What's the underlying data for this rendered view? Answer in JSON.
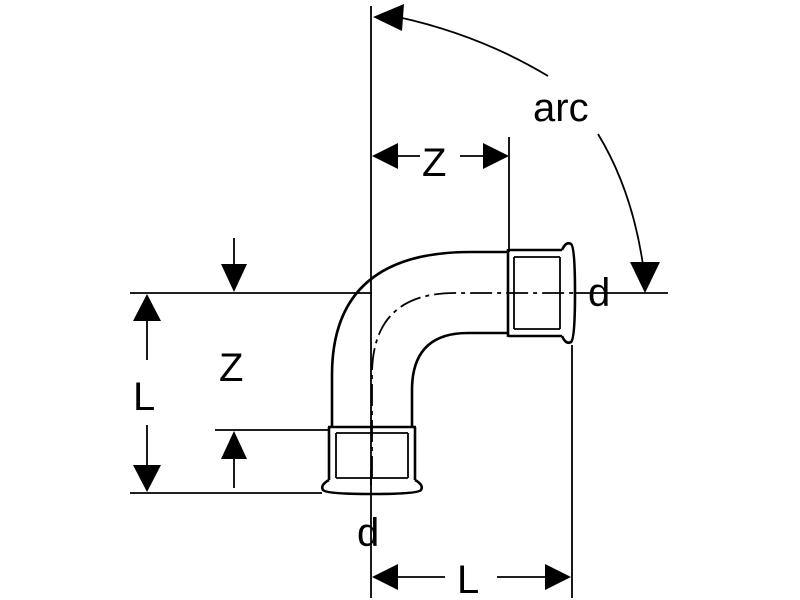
{
  "labels": {
    "arc": "arc",
    "z_horizontal": "Z",
    "z_vertical": "Z",
    "l_vertical": "L",
    "l_horizontal": "L",
    "d_right": "d",
    "d_bottom": "d"
  }
}
